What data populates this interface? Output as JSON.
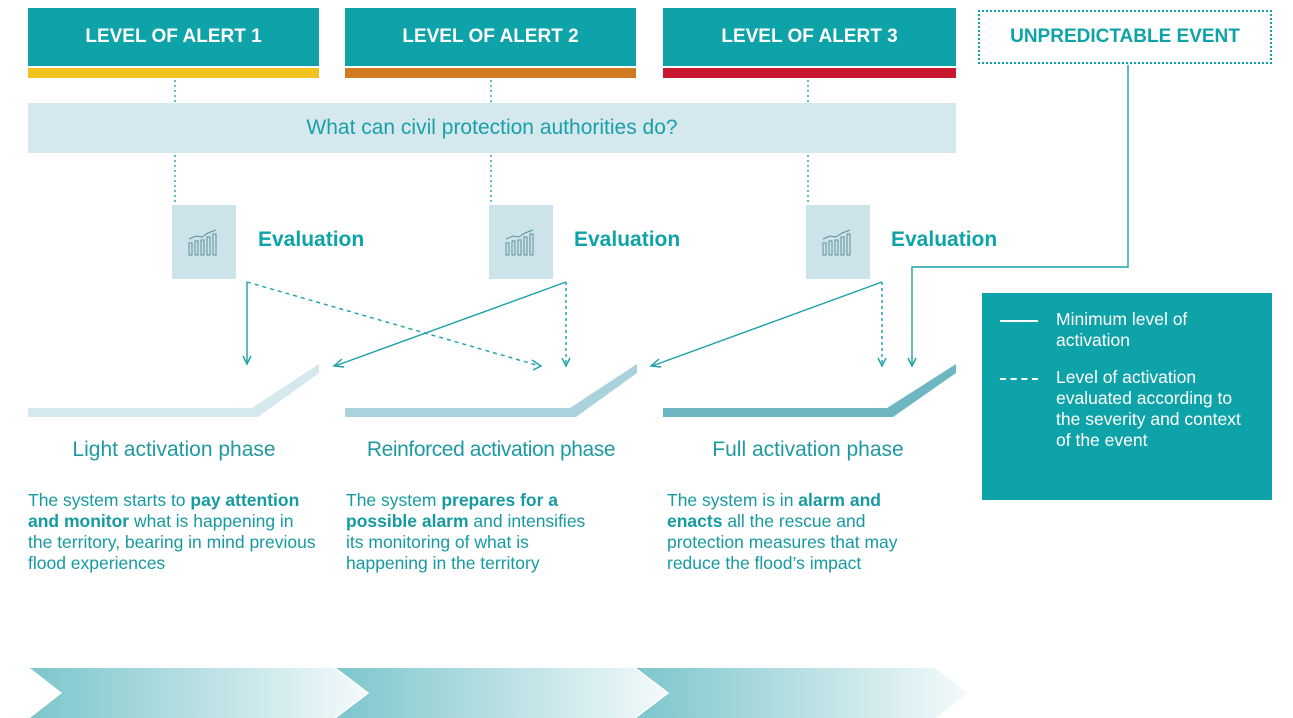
{
  "headers": [
    {
      "label": "LEVEL OF ALERT 1",
      "color": "#f2c31e"
    },
    {
      "label": "LEVEL OF ALERT 2",
      "color": "#d27a1f"
    },
    {
      "label": "LEVEL OF ALERT 3",
      "color": "#c8182f"
    },
    {
      "label": "UNPREDICTABLE EVENT"
    }
  ],
  "question": "What can civil protection authorities do?",
  "evaluation_label": "Evaluation",
  "evaluation_icon": "chart-analysis-icon",
  "phases": [
    {
      "title": "Light activation phase",
      "desc": [
        "The system starts to ",
        "pay attention and monitor",
        " what is happening in the territory, bearing in mind previous flood experiences"
      ]
    },
    {
      "title": "Reinforced activation phase",
      "desc": [
        "The system ",
        "prepares for a possible alarm",
        " and intensifies its monitoring of what is happening in the territory"
      ]
    },
    {
      "title": "Full activation phase",
      "desc": [
        "The system is in ",
        "alarm and enacts",
        " all the rescue and protection measures that may reduce the flood’s impact"
      ]
    }
  ],
  "legend": {
    "solid": "Minimum level of activation",
    "dashed": "Level of activation evaluated according to the severity and context of the event"
  },
  "colors": {
    "accent": "#0ea3a9",
    "light_panel": "#d4e8ee"
  }
}
